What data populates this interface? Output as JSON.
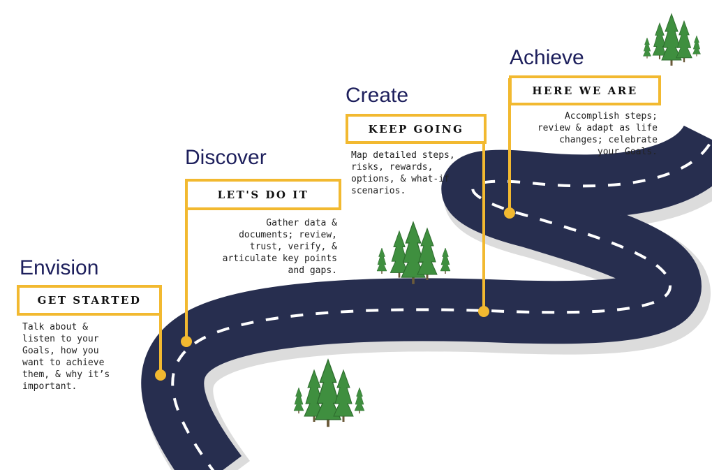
{
  "colors": {
    "road": "#272e4f",
    "accent": "#f2b930",
    "title": "#1d1f5c",
    "tree": "#3f8f3f"
  },
  "stages": [
    {
      "title": "Envision",
      "label": "GET STARTED",
      "description": "Talk about &\nlisten to your\nGoals, how you\nwant to achieve\nthem, & why it’s\nimportant."
    },
    {
      "title": "Discover",
      "label": "LET'S DO IT",
      "description": "Gather data &\ndocuments; review,\ntrust, verify, &\narticulate key points\nand gaps."
    },
    {
      "title": "Create",
      "label": "KEEP GOING",
      "description": "Map detailed steps,\nrisks, rewards,\noptions, & what-if\nscenarios."
    },
    {
      "title": "Achieve",
      "label": "HERE WE ARE",
      "description": "Accomplish steps;\nreview & adapt as life\nchanges; celebrate\nyour Goals."
    }
  ]
}
